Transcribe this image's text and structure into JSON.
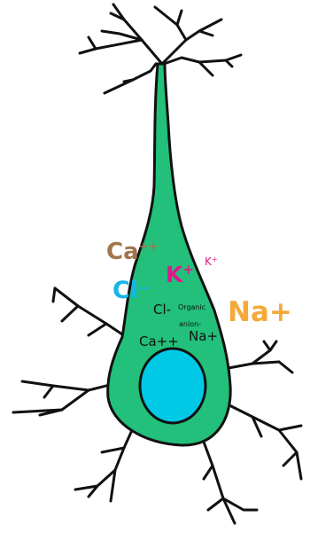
{
  "colors": {
    "soma": "#22c07a",
    "nucleus": "#00c9e6",
    "outline": "#111111",
    "calcium_outside": "#a0754a",
    "chloride_outside": "#17b5ea",
    "potassium": "#e0198c",
    "sodium_outside": "#f5a93a",
    "inside_text": "#111111"
  },
  "labels": {
    "ca_outside": {
      "base": "Ca",
      "sup": "++"
    },
    "cl_outside": {
      "base": "Cl",
      "sup": "−"
    },
    "k_inside": {
      "base": "K",
      "sup": "+"
    },
    "k_outside": {
      "base": "K",
      "sup": "+"
    },
    "na_outside": "Na+",
    "cl_inside": "Cl-",
    "organic_line1": "Organic",
    "organic_line2": "anion-",
    "ca_inside": "Ca++",
    "na_inside": "Na+"
  }
}
